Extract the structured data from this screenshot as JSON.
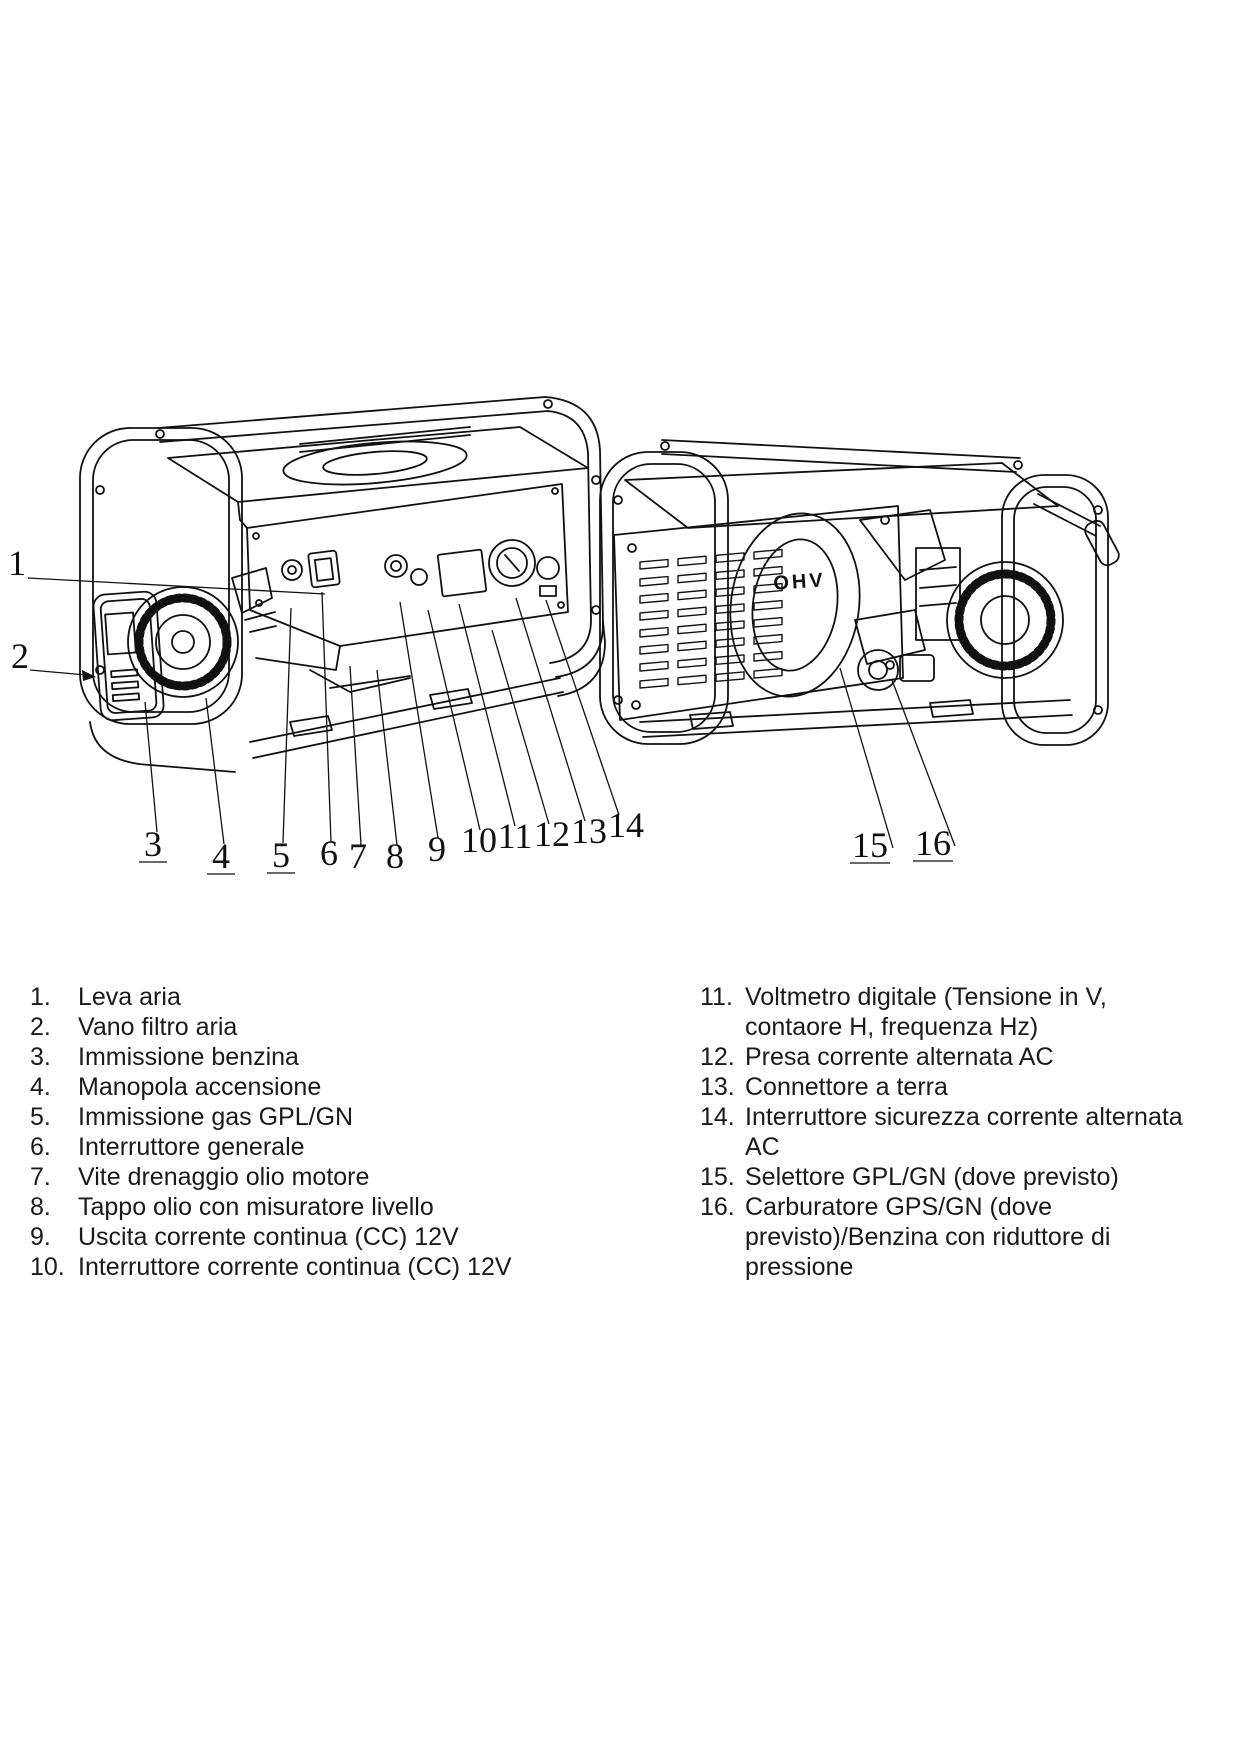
{
  "page": {
    "background_color": "#ffffff",
    "ink_color": "#111111"
  },
  "figures": {
    "fig1": {
      "callouts": [
        "1",
        "2",
        "3",
        "4",
        "5",
        "6",
        "7",
        "8",
        "9",
        "10",
        "11",
        "12",
        "13",
        "14"
      ]
    },
    "fig2": {
      "engine_label": "OHV",
      "callouts": [
        "15",
        "16"
      ]
    }
  },
  "legend": {
    "left": [
      {
        "num": "1.",
        "lines": [
          "Leva aria"
        ]
      },
      {
        "num": "2.",
        "lines": [
          "Vano filtro aria"
        ]
      },
      {
        "num": "3.",
        "lines": [
          "Immissione benzina"
        ]
      },
      {
        "num": "4.",
        "lines": [
          "Manopola accensione"
        ]
      },
      {
        "num": "5.",
        "lines": [
          "Immissione gas GPL/GN"
        ]
      },
      {
        "num": "6.",
        "lines": [
          "Interruttore generale"
        ]
      },
      {
        "num": "7.",
        "lines": [
          "Vite drenaggio olio motore"
        ]
      },
      {
        "num": "8.",
        "lines": [
          "Tappo olio con misuratore livello"
        ]
      },
      {
        "num": "9.",
        "lines": [
          "Uscita corrente continua (CC) 12V"
        ]
      },
      {
        "num": "10.",
        "lines": [
          "Interruttore corrente continua (CC) 12V"
        ]
      }
    ],
    "right": [
      {
        "num": "11.",
        "lines": [
          "Voltmetro digitale (Tensione in V,",
          "contaore H, frequenza Hz)"
        ]
      },
      {
        "num": "12.",
        "lines": [
          "Presa corrente alternata AC"
        ]
      },
      {
        "num": "13.",
        "lines": [
          "Connettore a terra"
        ]
      },
      {
        "num": "14.",
        "lines": [
          "Interruttore sicurezza corrente alternata",
          "AC"
        ]
      },
      {
        "num": "15.",
        "lines": [
          "Selettore GPL/GN (dove previsto)"
        ]
      },
      {
        "num": "16.",
        "lines": [
          "Carburatore GPS/GN (dove",
          "previsto)/Benzina con riduttore di",
          "pressione"
        ]
      }
    ]
  }
}
